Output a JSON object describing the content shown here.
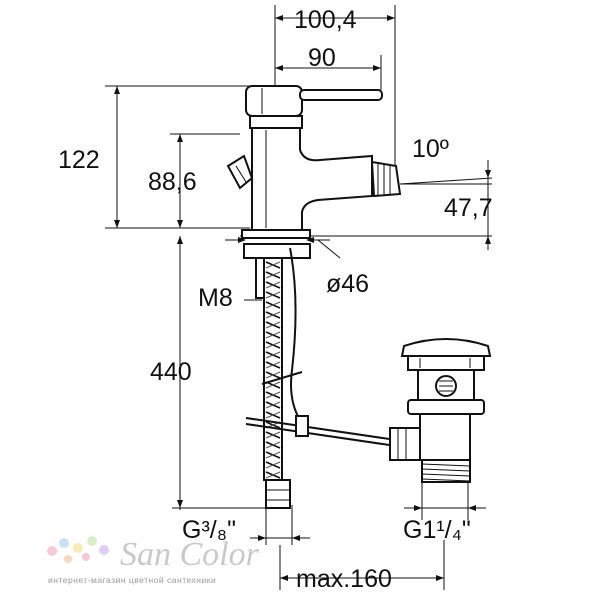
{
  "dimensions": {
    "overall_width": "100,4",
    "lever_width": "90",
    "total_height": "122",
    "spout_height": "88,6",
    "spout_angle": "10º",
    "spout_offset": "47,7",
    "base_diameter": "ø46",
    "stud_thread": "M8",
    "hose_length": "440",
    "hose_connection": "G³/₈\"",
    "waste_connection": "G1¹/₄\"",
    "waste_distance": "max.160"
  },
  "watermark": {
    "brand": "San Color",
    "tagline": "интернет-магазин цветной сантехники",
    "dot_colors": [
      "#f7c9d6",
      "#c9e0f7",
      "#f7ecb5",
      "#d6f0c4",
      "#e3cdf2",
      "#f8d9b8"
    ]
  }
}
